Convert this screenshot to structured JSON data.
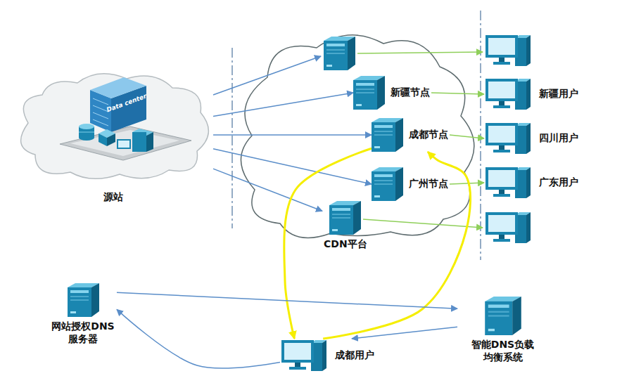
{
  "diagram": {
    "nodes": [
      {
        "text": [
          "源站"
        ]
      },
      {
        "text": [
          "新疆节点"
        ]
      },
      {
        "text": [
          "成都节点"
        ]
      },
      {
        "text": [
          "广州节点"
        ]
      },
      {
        "text": [
          "CDN平台"
        ]
      },
      {
        "text": [
          "新疆用户"
        ]
      },
      {
        "text": [
          "四川用户"
        ]
      },
      {
        "text": [
          "广东用户"
        ]
      },
      {
        "text": [
          "网站授权DNS 服务器"
        ]
      },
      {
        "text": [
          "智能DNS负载 均衡系统"
        ]
      },
      {
        "text": [
          "成都用户"
        ]
      }
    ],
    "edges": [
      {
        "from": 0,
        "to": 1,
        "arrow": "to"
      },
      {
        "from": 0,
        "to": 2,
        "arrow": "to"
      },
      {
        "from": 0,
        "to": 3,
        "arrow": "to"
      },
      {
        "from": 0,
        "to": 4,
        "arrow": "to"
      },
      {
        "from": 1,
        "to": 5,
        "arrow": "to"
      },
      {
        "from": 2,
        "to": 6,
        "arrow": "to"
      },
      {
        "from": 3,
        "to": 7,
        "arrow": "to"
      },
      {
        "from": 10,
        "to": 2,
        "arrow": "to"
      },
      {
        "from": 2,
        "to": 10,
        "arrow": "to"
      },
      {
        "from": 10,
        "to": 8,
        "arrow": "to"
      },
      {
        "from": 8,
        "to": 9,
        "arrow": "to"
      },
      {
        "from": 9,
        "to": 10,
        "arrow": "to"
      }
    ],
    "labels": [
      "Data center"
    ]
  }
}
